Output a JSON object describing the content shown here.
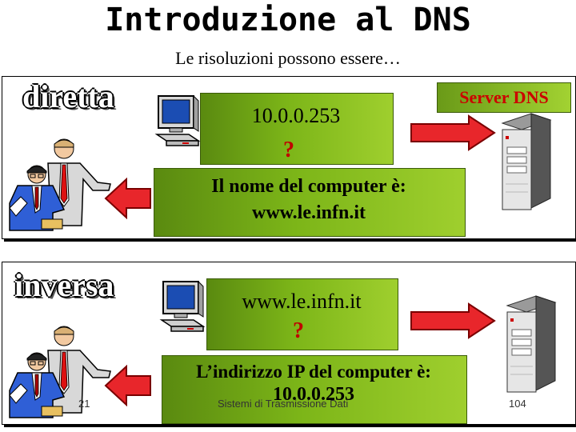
{
  "title": "Introduzione al DNS",
  "subtitle": "Le risoluzioni possono essere…",
  "panels": [
    {
      "label": "diretta",
      "query": "10.0.0.253",
      "question": "?",
      "answer_line1": "Il nome del computer è:",
      "answer_line2": "www.le.infn.it",
      "server_label": "Server DNS"
    },
    {
      "label": "inversa",
      "query": "www.le.infn.it",
      "question": "?",
      "answer_line1": "L’indirizzo IP del computer è:",
      "answer_line2": "10.0.0.253"
    }
  ],
  "footer": {
    "left": "21",
    "center": "Sistemi di Trasmissione Dati",
    "right": "104"
  },
  "colors": {
    "arrow_red": "#e8262b",
    "panel_green": "#7cb518",
    "question_red": "#c00000"
  },
  "icons": [
    "computer-icon",
    "server-icon",
    "people-icon",
    "arrow-right-icon",
    "arrow-left-icon"
  ]
}
